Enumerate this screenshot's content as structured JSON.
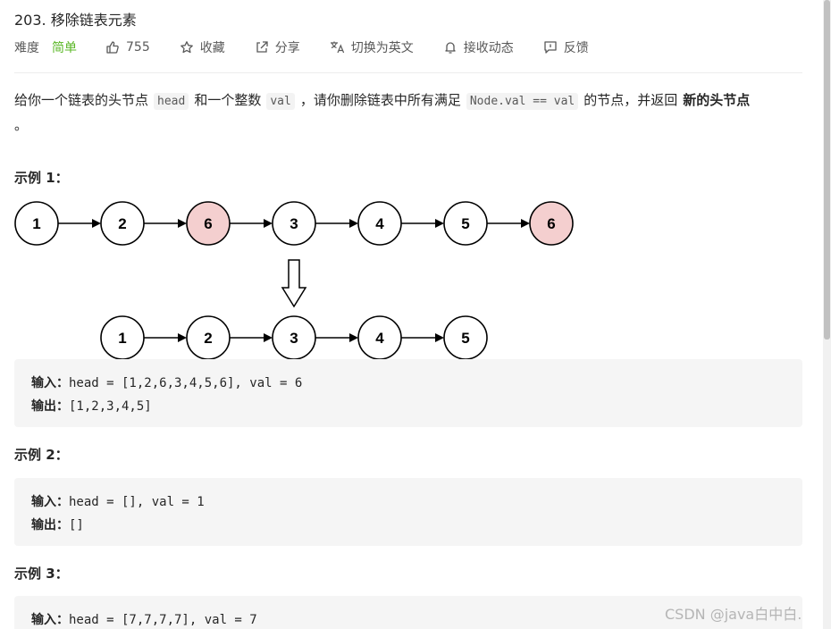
{
  "problem": {
    "title": "203. 移除链表元素",
    "difficulty_label": "难度",
    "difficulty_value": "简单",
    "like_count": "755",
    "actions": {
      "favorite": "收藏",
      "share": "分享",
      "translate": "切换为英文",
      "subscribe": "接收动态",
      "feedback": "反馈"
    },
    "icons": [
      "thumb-up-icon",
      "star-icon",
      "share-icon",
      "translate-icon",
      "bell-icon",
      "feedback-icon"
    ],
    "colors": {
      "easy": "#5ab726",
      "removed_node": "#f4cfcf"
    }
  },
  "description": {
    "part1": "给你一个链表的头节点",
    "code_head": "head",
    "part2": "和一个整数",
    "code_val": "val",
    "part3": "，请你删除链表中所有满足",
    "code_cond": "Node.val == val",
    "part4": "的节点，并返回",
    "bold": "新的头节点",
    "part5": "。"
  },
  "examples": [
    {
      "heading": "示例 1：",
      "input_label": "输入：",
      "input": "head = [1,2,6,3,4,5,6], val = 6",
      "output_label": "输出：",
      "output": "[1,2,3,4,5]"
    },
    {
      "heading": "示例 2：",
      "input_label": "输入：",
      "input": "head = [], val = 1",
      "output_label": "输出：",
      "output": "[]"
    },
    {
      "heading": "示例 3：",
      "input_label": "输入：",
      "input": "head = [7,7,7,7], val = 7"
    }
  ],
  "diagram": {
    "before": [
      {
        "label": "1",
        "removed": false
      },
      {
        "label": "2",
        "removed": false
      },
      {
        "label": "6",
        "removed": true
      },
      {
        "label": "3",
        "removed": false
      },
      {
        "label": "4",
        "removed": false
      },
      {
        "label": "5",
        "removed": false
      },
      {
        "label": "6",
        "removed": true
      }
    ],
    "after": [
      {
        "label": "1"
      },
      {
        "label": "2"
      },
      {
        "label": "3"
      },
      {
        "label": "4"
      },
      {
        "label": "5"
      }
    ]
  },
  "watermark": "CSDN @java白中白."
}
